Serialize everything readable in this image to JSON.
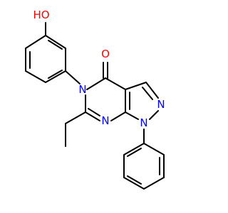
{
  "colors": {
    "carbon_bond": "#000000",
    "oxygen": "#ff0000",
    "nitrogen": "#0000ff",
    "background": "#ffffff"
  },
  "atoms": {
    "hydroxyl": {
      "text": "HO",
      "color": "#ff0000"
    },
    "carbonyl_oxygen": {
      "text": "O",
      "color": "#ff0000"
    },
    "ring_n5": {
      "text": "N",
      "color": "#0000ff"
    },
    "ring_n7": {
      "text": "N",
      "color": "#0000ff"
    },
    "pyrazole_n1": {
      "text": "N",
      "color": "#0000ff"
    },
    "pyrazole_n2": {
      "text": "N",
      "color": "#0000ff"
    }
  }
}
